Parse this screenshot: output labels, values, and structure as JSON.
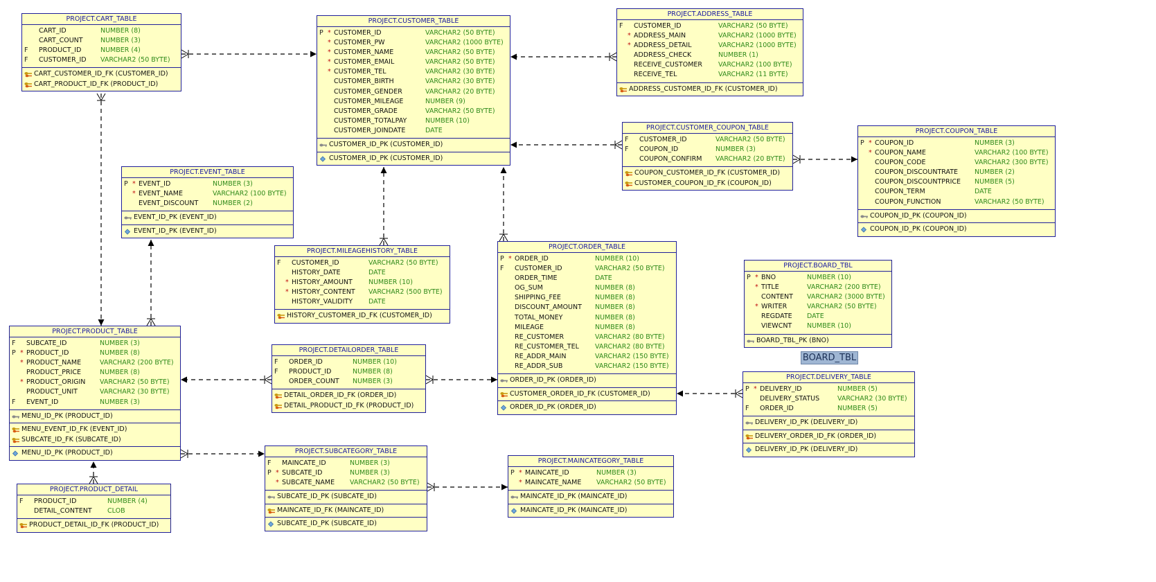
{
  "tables": [
    {
      "id": "cart",
      "title": "PROJECT.CART_TABLE",
      "columns": [
        {
          "key": "",
          "req": "",
          "name": "CART_ID",
          "type": "NUMBER (8)"
        },
        {
          "key": "",
          "req": "",
          "name": "CART_COUNT",
          "type": "NUMBER (3)"
        },
        {
          "key": "F",
          "req": "",
          "name": "PRODUCT_ID",
          "type": "NUMBER (4)"
        },
        {
          "key": "F",
          "req": "",
          "name": "CUSTOMER_ID",
          "type": "VARCHAR2 (50 BYTE)"
        }
      ],
      "sections": [
        [
          {
            "icon": "fk",
            "text": "CART_CUSTOMER_ID_FK (CUSTOMER_ID)"
          },
          {
            "icon": "fk",
            "text": "CART_PRODUCT_ID_FK (PRODUCT_ID)"
          }
        ]
      ]
    },
    {
      "id": "customer",
      "title": "PROJECT.CUSTOMER_TABLE",
      "columns": [
        {
          "key": "P",
          "req": "*",
          "name": "CUSTOMER_ID",
          "type": "VARCHAR2 (50 BYTE)"
        },
        {
          "key": "",
          "req": "*",
          "name": "CUSTOMER_PW",
          "type": "VARCHAR2 (1000 BYTE)"
        },
        {
          "key": "",
          "req": "*",
          "name": "CUSTOMER_NAME",
          "type": "VARCHAR2 (50 BYTE)"
        },
        {
          "key": "",
          "req": "*",
          "name": "CUSTOMER_EMAIL",
          "type": "VARCHAR2 (50 BYTE)"
        },
        {
          "key": "",
          "req": "*",
          "name": "CUSTOMER_TEL",
          "type": "VARCHAR2 (30 BYTE)"
        },
        {
          "key": "",
          "req": "",
          "name": "CUSTOMER_BIRTH",
          "type": "VARCHAR2 (30 BYTE)"
        },
        {
          "key": "",
          "req": "",
          "name": "CUSTOMER_GENDER",
          "type": "VARCHAR2 (20 BYTE)"
        },
        {
          "key": "",
          "req": "",
          "name": "CUSTOMER_MILEAGE",
          "type": "NUMBER (9)"
        },
        {
          "key": "",
          "req": "",
          "name": "CUSTOMER_GRADE",
          "type": "VARCHAR2 (50 BYTE)"
        },
        {
          "key": "",
          "req": "",
          "name": "CUSTOMER_TOTALPAY",
          "type": "NUMBER (10)"
        },
        {
          "key": "",
          "req": "",
          "name": "CUSTOMER_JOINDATE",
          "type": "DATE"
        }
      ],
      "sections": [
        [
          {
            "icon": "pk",
            "text": "CUSTOMER_ID_PK (CUSTOMER_ID)"
          }
        ],
        [
          {
            "icon": "idx",
            "text": "CUSTOMER_ID_PK (CUSTOMER_ID)"
          }
        ]
      ]
    },
    {
      "id": "address",
      "title": "PROJECT.ADDRESS_TABLE",
      "columns": [
        {
          "key": "F",
          "req": "",
          "name": "CUSTOMER_ID",
          "type": "VARCHAR2 (50 BYTE)"
        },
        {
          "key": "",
          "req": "*",
          "name": "ADDRESS_MAIN",
          "type": "VARCHAR2 (1000 BYTE)"
        },
        {
          "key": "",
          "req": "*",
          "name": "ADDRESS_DETAIL",
          "type": "VARCHAR2 (1000 BYTE)"
        },
        {
          "key": "",
          "req": "",
          "name": "ADDRESS_CHECK",
          "type": "NUMBER (1)"
        },
        {
          "key": "",
          "req": "",
          "name": "RECEIVE_CUSTOMER",
          "type": "VARCHAR2 (100 BYTE)"
        },
        {
          "key": "",
          "req": "",
          "name": "RECEIVE_TEL",
          "type": "VARCHAR2 (11 BYTE)"
        }
      ],
      "sections": [
        [
          {
            "icon": "fk",
            "text": "ADDRESS_CUSTOMER_ID_FK (CUSTOMER_ID)"
          }
        ]
      ]
    },
    {
      "id": "custcoupon",
      "title": "PROJECT.CUSTOMER_COUPON_TABLE",
      "columns": [
        {
          "key": "F",
          "req": "",
          "name": "CUSTOMER_ID",
          "type": "VARCHAR2 (50 BYTE)"
        },
        {
          "key": "F",
          "req": "",
          "name": "COUPON_ID",
          "type": "NUMBER (3)"
        },
        {
          "key": "",
          "req": "",
          "name": "COUPON_CONFIRM",
          "type": "VARCHAR2 (20 BYTE)"
        }
      ],
      "sections": [
        [
          {
            "icon": "fk",
            "text": "COUPON_CUSTOMER_ID_FK (CUSTOMER_ID)"
          },
          {
            "icon": "fk",
            "text": "CUSTOMER_COUPON_ID_FK (COUPON_ID)"
          }
        ]
      ]
    },
    {
      "id": "coupon",
      "title": "PROJECT.COUPON_TABLE",
      "columns": [
        {
          "key": "P",
          "req": "*",
          "name": "COUPON_ID",
          "type": "NUMBER (3)"
        },
        {
          "key": "",
          "req": "*",
          "name": "COUPON_NAME",
          "type": "VARCHAR2 (100 BYTE)"
        },
        {
          "key": "",
          "req": "",
          "name": "COUPON_CODE",
          "type": "VARCHAR2 (300 BYTE)"
        },
        {
          "key": "",
          "req": "",
          "name": "COUPON_DISCOUNTRATE",
          "type": "NUMBER (2)"
        },
        {
          "key": "",
          "req": "",
          "name": "COUPON_DISCOUNTPRICE",
          "type": "NUMBER (5)"
        },
        {
          "key": "",
          "req": "",
          "name": "COUPON_TERM",
          "type": "DATE"
        },
        {
          "key": "",
          "req": "",
          "name": "COUPON_FUNCTION",
          "type": "VARCHAR2 (50 BYTE)"
        }
      ],
      "sections": [
        [
          {
            "icon": "pk",
            "text": "COUPON_ID_PK (COUPON_ID)"
          }
        ],
        [
          {
            "icon": "idx",
            "text": "COUPON_ID_PK (COUPON_ID)"
          }
        ]
      ]
    },
    {
      "id": "event",
      "title": "PROJECT.EVENT_TABLE",
      "columns": [
        {
          "key": "P",
          "req": "*",
          "name": "EVENT_ID",
          "type": "NUMBER (3)"
        },
        {
          "key": "",
          "req": "*",
          "name": "EVENT_NAME",
          "type": "VARCHAR2 (100 BYTE)"
        },
        {
          "key": "",
          "req": "",
          "name": "EVENT_DISCOUNT",
          "type": "NUMBER (2)"
        }
      ],
      "sections": [
        [
          {
            "icon": "pk",
            "text": "EVENT_ID_PK (EVENT_ID)"
          }
        ],
        [
          {
            "icon": "idx",
            "text": "EVENT_ID_PK (EVENT_ID)"
          }
        ]
      ]
    },
    {
      "id": "mileage",
      "title": "PROJECT.MILEAGEHISTORY_TABLE",
      "columns": [
        {
          "key": "F",
          "req": "",
          "name": "CUSTOMER_ID",
          "type": "VARCHAR2 (50 BYTE)"
        },
        {
          "key": "",
          "req": "",
          "name": "HISTORY_DATE",
          "type": "DATE"
        },
        {
          "key": "",
          "req": "*",
          "name": "HISTORY_AMOUNT",
          "type": "NUMBER (10)"
        },
        {
          "key": "",
          "req": "*",
          "name": "HISTORY_CONTENT",
          "type": "VARCHAR2 (500 BYTE)"
        },
        {
          "key": "",
          "req": "",
          "name": "HISTORY_VALIDITY",
          "type": "DATE"
        }
      ],
      "sections": [
        [
          {
            "icon": "fk",
            "text": "HISTORY_CUSTOMER_ID_FK (CUSTOMER_ID)"
          }
        ]
      ]
    },
    {
      "id": "order",
      "title": "PROJECT.ORDER_TABLE",
      "columns": [
        {
          "key": "P",
          "req": "*",
          "name": "ORDER_ID",
          "type": "NUMBER (10)"
        },
        {
          "key": "F",
          "req": "",
          "name": "CUSTOMER_ID",
          "type": "VARCHAR2 (50 BYTE)"
        },
        {
          "key": "",
          "req": "",
          "name": "ORDER_TIME",
          "type": "DATE"
        },
        {
          "key": "",
          "req": "",
          "name": "OG_SUM",
          "type": "NUMBER (8)"
        },
        {
          "key": "",
          "req": "",
          "name": "SHIPPING_FEE",
          "type": "NUMBER (8)"
        },
        {
          "key": "",
          "req": "",
          "name": "DISCOUNT_AMOUNT",
          "type": "NUMBER (8)"
        },
        {
          "key": "",
          "req": "",
          "name": "TOTAL_MONEY",
          "type": "NUMBER (8)"
        },
        {
          "key": "",
          "req": "",
          "name": "MILEAGE",
          "type": "NUMBER (8)"
        },
        {
          "key": "",
          "req": "",
          "name": "RE_CUSTOMER",
          "type": "VARCHAR2 (80 BYTE)"
        },
        {
          "key": "",
          "req": "",
          "name": "RE_CUSTOMER_TEL",
          "type": "VARCHAR2 (80 BYTE)"
        },
        {
          "key": "",
          "req": "",
          "name": "RE_ADDR_MAIN",
          "type": "VARCHAR2 (150 BYTE)"
        },
        {
          "key": "",
          "req": "",
          "name": "RE_ADDR_SUB",
          "type": "VARCHAR2 (150 BYTE)"
        }
      ],
      "sections": [
        [
          {
            "icon": "pk",
            "text": "ORDER_ID_PK (ORDER_ID)"
          }
        ],
        [
          {
            "icon": "fk",
            "text": "CUSTOMER_ORDER_ID_FK (CUSTOMER_ID)"
          }
        ],
        [
          {
            "icon": "idx",
            "text": "ORDER_ID_PK (ORDER_ID)"
          }
        ]
      ]
    },
    {
      "id": "board",
      "title": "PROJECT.BOARD_TBL",
      "columns": [
        {
          "key": "P",
          "req": "*",
          "name": "BNO",
          "type": "NUMBER (10)"
        },
        {
          "key": "",
          "req": "*",
          "name": "TITLE",
          "type": "VARCHAR2 (200 BYTE)"
        },
        {
          "key": "",
          "req": "",
          "name": "CONTENT",
          "type": "VARCHAR2 (3000 BYTE)"
        },
        {
          "key": "",
          "req": "*",
          "name": "WRITER",
          "type": "VARCHAR2 (50 BYTE)"
        },
        {
          "key": "",
          "req": "",
          "name": "REGDATE",
          "type": "DATE"
        },
        {
          "key": "",
          "req": "",
          "name": "VIEWCNT",
          "type": "NUMBER (10)"
        }
      ],
      "sections": [
        [
          {
            "icon": "pk",
            "text": "BOARD_TBL_PK (BNO)"
          }
        ]
      ]
    },
    {
      "id": "product",
      "title": "PROJECT.PRODUCT_TABLE",
      "columns": [
        {
          "key": "F",
          "req": "",
          "name": "SUBCATE_ID",
          "type": "NUMBER (3)"
        },
        {
          "key": "P",
          "req": "*",
          "name": "PRODUCT_ID",
          "type": "NUMBER (8)"
        },
        {
          "key": "",
          "req": "*",
          "name": "PRODUCT_NAME",
          "type": "VARCHAR2 (200 BYTE)"
        },
        {
          "key": "",
          "req": "",
          "name": "PRODUCT_PRICE",
          "type": "NUMBER (8)"
        },
        {
          "key": "",
          "req": "*",
          "name": "PRODUCT_ORIGIN",
          "type": "VARCHAR2 (50 BYTE)"
        },
        {
          "key": "",
          "req": "",
          "name": "PRODUCT_UNIT",
          "type": "VARCHAR2 (30 BYTE)"
        },
        {
          "key": "F",
          "req": "",
          "name": "EVENT_ID",
          "type": "NUMBER (3)"
        }
      ],
      "sections": [
        [
          {
            "icon": "pk",
            "text": "MENU_ID_PK (PRODUCT_ID)"
          }
        ],
        [
          {
            "icon": "fk",
            "text": "MENU_EVENT_ID_FK (EVENT_ID)"
          },
          {
            "icon": "fk",
            "text": "SUBCATE_ID_FK (SUBCATE_ID)"
          }
        ],
        [
          {
            "icon": "idx",
            "text": "MENU_ID_PK (PRODUCT_ID)"
          }
        ]
      ]
    },
    {
      "id": "detailorder",
      "title": "PROJECT.DETAILORDER_TABLE",
      "columns": [
        {
          "key": "F",
          "req": "",
          "name": "ORDER_ID",
          "type": "NUMBER (10)"
        },
        {
          "key": "F",
          "req": "",
          "name": "PRODUCT_ID",
          "type": "NUMBER (8)"
        },
        {
          "key": "",
          "req": "",
          "name": "ORDER_COUNT",
          "type": "NUMBER (3)"
        }
      ],
      "sections": [
        [
          {
            "icon": "fk",
            "text": "DETAIL_ORDER_ID_FK (ORDER_ID)"
          },
          {
            "icon": "fk",
            "text": "DETAIL_PRODUCT_ID_FK (PRODUCT_ID)"
          }
        ]
      ]
    },
    {
      "id": "delivery",
      "title": "PROJECT.DELIVERY_TABLE",
      "columns": [
        {
          "key": "P",
          "req": "*",
          "name": "DELIVERY_ID",
          "type": "NUMBER (5)"
        },
        {
          "key": "",
          "req": "",
          "name": "DELIVERY_STATUS",
          "type": "VARCHAR2 (30 BYTE)"
        },
        {
          "key": "F",
          "req": "",
          "name": "ORDER_ID",
          "type": "NUMBER (5)"
        }
      ],
      "sections": [
        [
          {
            "icon": "pk",
            "text": "DELIVERY_ID_PK (DELIVERY_ID)"
          }
        ],
        [
          {
            "icon": "fk",
            "text": "DELIVERY_ORDER_ID_FK (ORDER_ID)"
          }
        ],
        [
          {
            "icon": "idx",
            "text": "DELIVERY_ID_PK (DELIVERY_ID)"
          }
        ]
      ]
    },
    {
      "id": "productdetail",
      "title": "PROJECT.PRODUCT_DETAIL",
      "columns": [
        {
          "key": "F",
          "req": "",
          "name": "PRODUCT_ID",
          "type": "NUMBER (4)"
        },
        {
          "key": "",
          "req": "",
          "name": "DETAIL_CONTENT",
          "type": "CLOB"
        }
      ],
      "sections": [
        [
          {
            "icon": "fk",
            "text": "PRODUCT_DETAIL_ID_FK (PRODUCT_ID)"
          }
        ]
      ]
    },
    {
      "id": "subcategory",
      "title": "PROJECT.SUBCATEGORY_TABLE",
      "columns": [
        {
          "key": "F",
          "req": "",
          "name": "MAINCATE_ID",
          "type": "NUMBER (3)"
        },
        {
          "key": "P",
          "req": "*",
          "name": "SUBCATE_ID",
          "type": "NUMBER (3)"
        },
        {
          "key": "",
          "req": "*",
          "name": "SUBCATE_NAME",
          "type": "VARCHAR2 (50 BYTE)"
        }
      ],
      "sections": [
        [
          {
            "icon": "pk",
            "text": "SUBCATE_ID_PK (SUBCATE_ID)"
          }
        ],
        [
          {
            "icon": "fk",
            "text": "MAINCATE_ID_FK (MAINCATE_ID)"
          }
        ],
        [
          {
            "icon": "idx",
            "text": "SUBCATE_ID_PK (SUBCATE_ID)"
          }
        ]
      ]
    },
    {
      "id": "maincategory",
      "title": "PROJECT.MAINCATEGORY_TABLE",
      "columns": [
        {
          "key": "P",
          "req": "*",
          "name": "MAINCATE_ID",
          "type": "NUMBER (3)"
        },
        {
          "key": "",
          "req": "*",
          "name": "MAINCATE_NAME",
          "type": "VARCHAR2 (50 BYTE)"
        }
      ],
      "sections": [
        [
          {
            "icon": "pk",
            "text": "MAINCATE_ID_PK (MAINCATE_ID)"
          }
        ],
        [
          {
            "icon": "idx",
            "text": "MAINCATE_ID_PK (MAINCATE_ID)"
          }
        ]
      ]
    }
  ],
  "badge": {
    "label": "BOARD_TBL"
  },
  "relationships": [
    {
      "from": "cart",
      "to": "customer"
    },
    {
      "from": "address",
      "to": "customer"
    },
    {
      "from": "custcoupon",
      "to": "customer"
    },
    {
      "from": "custcoupon",
      "to": "coupon"
    },
    {
      "from": "mileage",
      "to": "customer"
    },
    {
      "from": "order",
      "to": "customer"
    },
    {
      "from": "cart",
      "to": "product"
    },
    {
      "from": "product",
      "to": "event"
    },
    {
      "from": "detailorder",
      "to": "product"
    },
    {
      "from": "detailorder",
      "to": "order"
    },
    {
      "from": "delivery",
      "to": "order"
    },
    {
      "from": "productdetail",
      "to": "product"
    },
    {
      "from": "product",
      "to": "subcategory"
    },
    {
      "from": "subcategory",
      "to": "maincategory"
    }
  ],
  "icons": {
    "pk": "key-icon",
    "fk": "foreign-key-icon",
    "idx": "index-icon"
  }
}
